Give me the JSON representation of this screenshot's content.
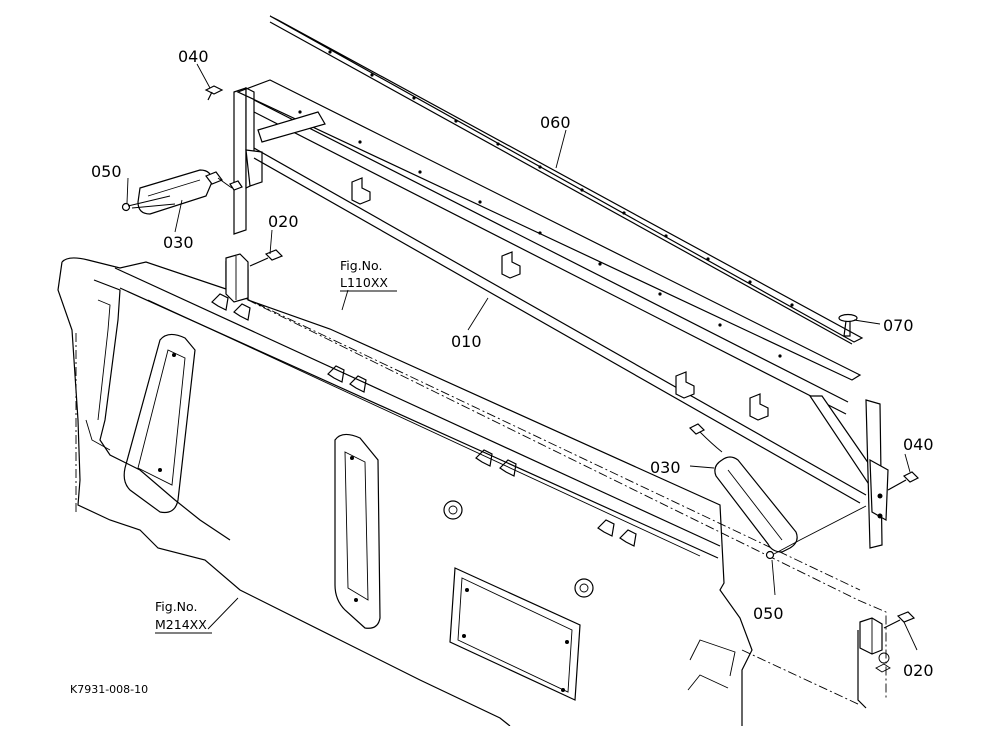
{
  "diagram": {
    "callouts": {
      "c040_top": "040",
      "c060": "060",
      "c050_left": "050",
      "c030_left": "030",
      "c020_mid": "020",
      "c010": "010",
      "c070": "070",
      "c040_right": "040",
      "c030_right": "030",
      "c050_right": "050",
      "c020_right": "020"
    },
    "figure_refs": {
      "upper": {
        "prefix": "Fig.No.",
        "number": "L110XX"
      },
      "lower": {
        "prefix": "Fig.No.",
        "number": "M214XX"
      }
    },
    "drawing_code": "K7931-008-10"
  }
}
